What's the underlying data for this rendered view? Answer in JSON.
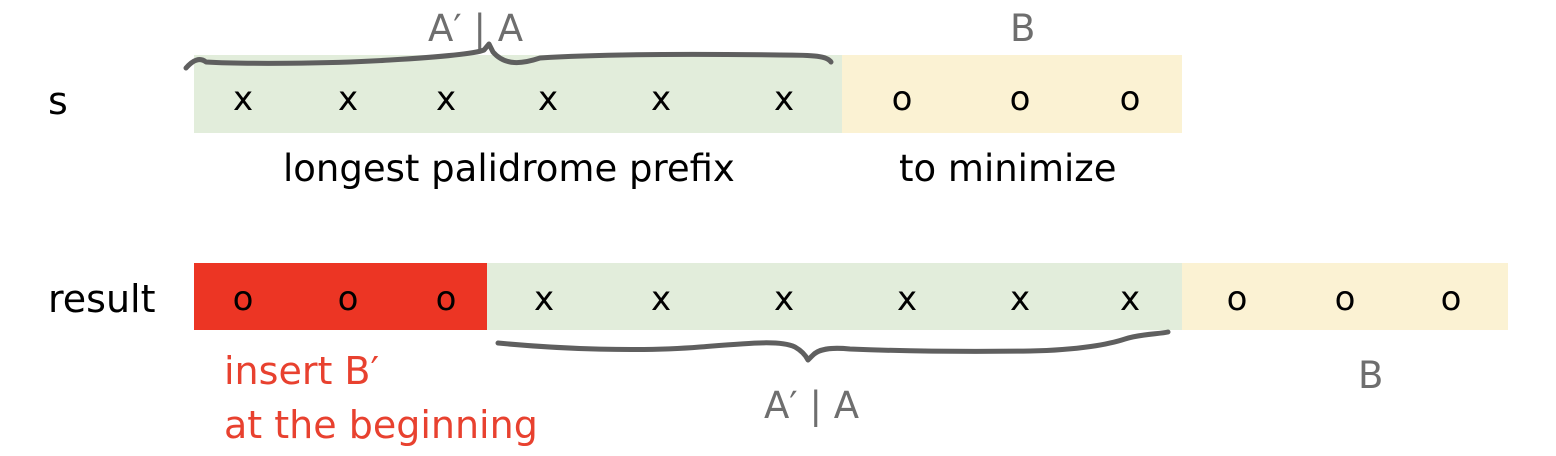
{
  "row_s": {
    "label": "s",
    "prefix_cells": [
      "x",
      "x",
      "x",
      "x",
      "x",
      "x"
    ],
    "suffix_cells": [
      "o",
      "o",
      "o"
    ],
    "prefix_caption": "longest palidrome prefix",
    "suffix_caption": "to minimize",
    "brace_label": "A′ | A",
    "suffix_label": "B"
  },
  "row_result": {
    "label": "result",
    "inserted_cells": [
      "o",
      "o",
      "o"
    ],
    "middle_cells": [
      "x",
      "x",
      "x",
      "x",
      "x",
      "x"
    ],
    "suffix_cells": [
      "o",
      "o",
      "o"
    ],
    "insert_note_line1": "insert B′",
    "insert_note_line2": "at the beginning",
    "brace_label": "A′ | A",
    "suffix_label": "B"
  },
  "colors": {
    "prefix_band": "#e2eddb",
    "suffix_band": "#fbf2d3",
    "inserted_band": "#ec3524",
    "brace_stroke": "#5f5f5f",
    "note_text": "#e8412f",
    "label_gray": "#6e6e6e"
  }
}
